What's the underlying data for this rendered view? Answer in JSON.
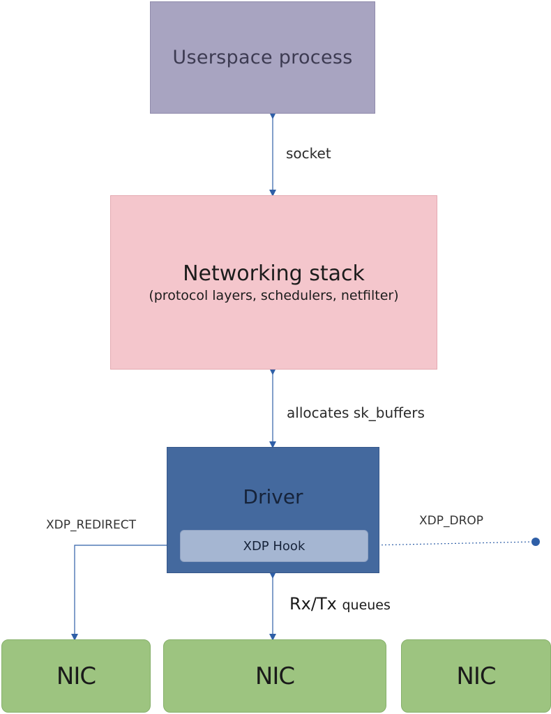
{
  "userspace": {
    "title": "Userspace process"
  },
  "networking_stack": {
    "title": "Networking stack",
    "subtitle": "(protocol layers, schedulers, netfilter)"
  },
  "driver": {
    "title": "Driver",
    "hook_label": "XDP Hook"
  },
  "nics": [
    {
      "label": "NIC"
    },
    {
      "label": "NIC"
    },
    {
      "label": "NIC"
    }
  ],
  "edges": {
    "socket": "socket",
    "allocates": "allocates sk_buffers",
    "rxtx_main": "Rx/Tx",
    "rxtx_small": "queues",
    "redirect": "XDP_REDIRECT",
    "drop": "XDP_DROP"
  },
  "colors": {
    "arrow": "#2f5fa7",
    "userspace_fill": "#a8a4c1",
    "stack_fill": "#f4c6cc",
    "driver_fill": "#44699e",
    "hook_fill": "#a5b6d2",
    "nic_fill": "#9dc480"
  }
}
